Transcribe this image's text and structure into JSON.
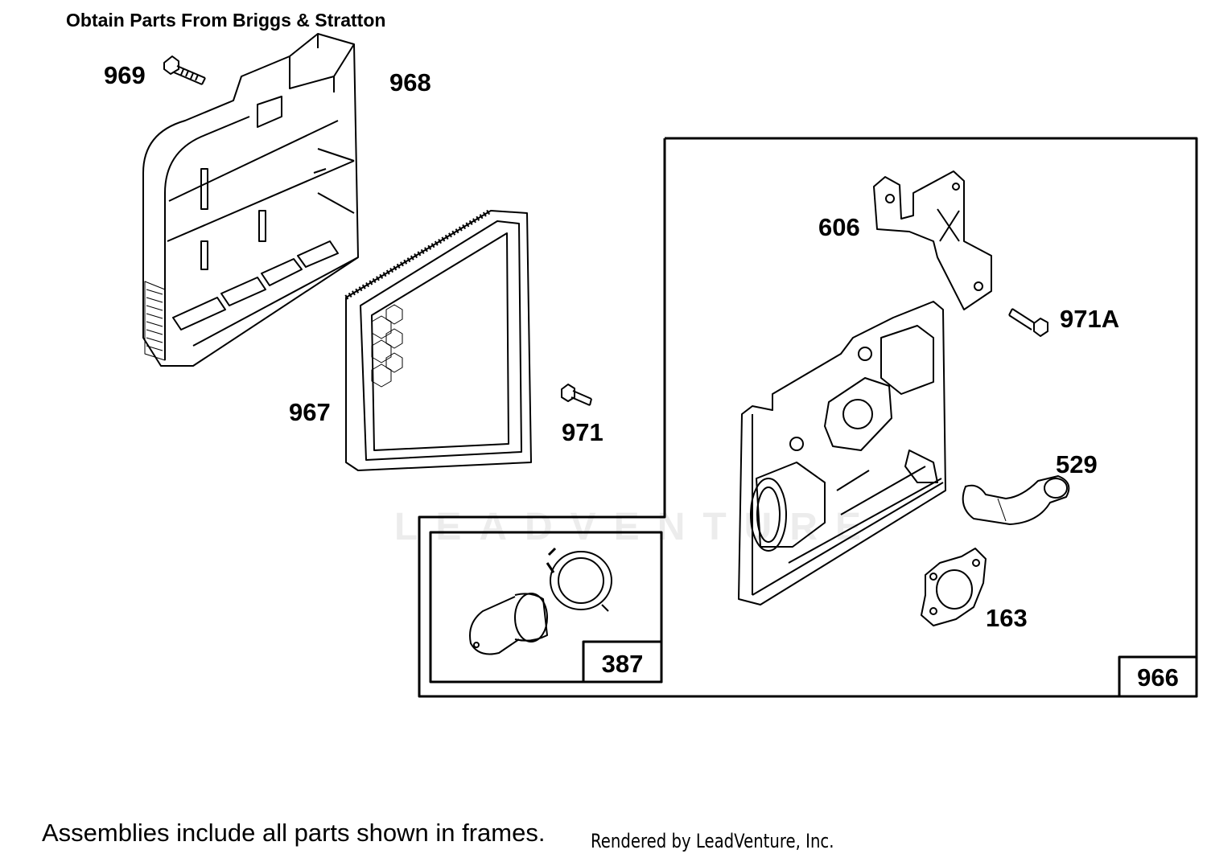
{
  "header": {
    "title": "Obtain Parts From Briggs & Stratton"
  },
  "callouts": {
    "p969": "969",
    "p968": "968",
    "p967": "967",
    "p971": "971",
    "p606": "606",
    "p971a": "971A",
    "p529": "529",
    "p163": "163",
    "p387": "387",
    "p966": "966"
  },
  "watermark": {
    "text": "LEADVENTURE"
  },
  "footer": {
    "note": "Assemblies include all parts shown in frames.",
    "credit": "Rendered by LeadVenture, Inc."
  }
}
